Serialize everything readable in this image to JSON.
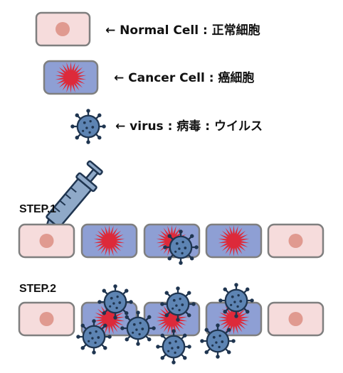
{
  "legend": {
    "normal_cell": "← Normal Cell : 正常細胞",
    "cancer_cell": "← Cancer Cell : 癌細胞",
    "virus": "← virus : 病毒 : ウイルス"
  },
  "steps": {
    "step1": "STEP.1",
    "step2": "STEP.2"
  },
  "colors": {
    "normal_fill": "#f6dcdc",
    "normal_nucleus": "#e09a90",
    "cancer_fill": "#8e9fd4",
    "cancer_core": "#dd2a3a",
    "cell_stroke": "#7f7f7f",
    "virus_fill": "#5d84b3",
    "virus_stroke": "#1f3550",
    "syringe_fill": "#8fa9c8",
    "syringe_stroke": "#1f3550"
  },
  "row1": [
    "normal",
    "cancer",
    "cancer",
    "cancer",
    "normal"
  ],
  "row2": [
    "normal",
    "cancer",
    "cancer",
    "cancer",
    "normal"
  ],
  "icons": {
    "virus": "virus-icon",
    "syringe": "syringe-icon"
  }
}
